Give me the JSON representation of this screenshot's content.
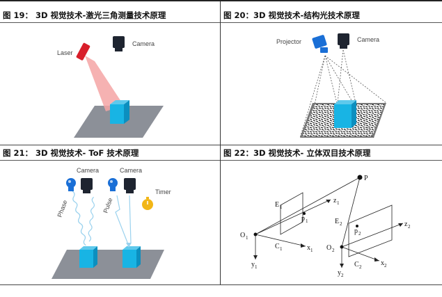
{
  "panels": [
    {
      "title": "图 19：  3D 视觉技术-激光三角测量技术原理",
      "labels": {
        "laser": "Laser",
        "camera": "Camera"
      }
    },
    {
      "title": "图 20：3D 视觉技术-结构光技术原理",
      "labels": {
        "projector": "Projector",
        "camera": "Camera"
      }
    },
    {
      "title": "图 21：  3D 视觉技术- ToF 技术原理",
      "labels": {
        "camera_left": "Camera",
        "camera_right": "Camera",
        "phase": "Phase",
        "pulse": "Pulse",
        "timer": "Timer"
      }
    },
    {
      "title": "图 22：3D 视觉技术- 立体双目技术原理",
      "labels": {
        "P": "P",
        "E1": "E",
        "E1_sub": "1",
        "E2": "E",
        "E2_sub": "2",
        "p1": "p",
        "p1_sub": "1",
        "p2": "p",
        "p2_sub": "2",
        "z1": "z",
        "z1_sub": "1",
        "z2": "z",
        "z2_sub": "2",
        "O1": "O",
        "O1_sub": "1",
        "O2": "O",
        "O2_sub": "2",
        "C1": "C",
        "C1_sub": "1",
        "C2": "C",
        "C2_sub": "2",
        "x1": "x",
        "x1_sub": "1",
        "x2": "x",
        "x2_sub": "2",
        "y1": "y",
        "y1_sub": "1",
        "y2": "y",
        "y2_sub": "2"
      }
    }
  ],
  "colors": {
    "cube": "#18b4e4",
    "cube_side": "#0c8fbf",
    "laser": "#d81e2a",
    "beam": "#f4a4a4",
    "floor": "#8c9098",
    "camera": "#1e2430",
    "projector": "#1a6fd6",
    "timer": "#f2b616"
  },
  "icons": [
    "laser-device-icon",
    "camera-icon",
    "projector-icon",
    "lightbulb-icon",
    "stopwatch-icon"
  ]
}
